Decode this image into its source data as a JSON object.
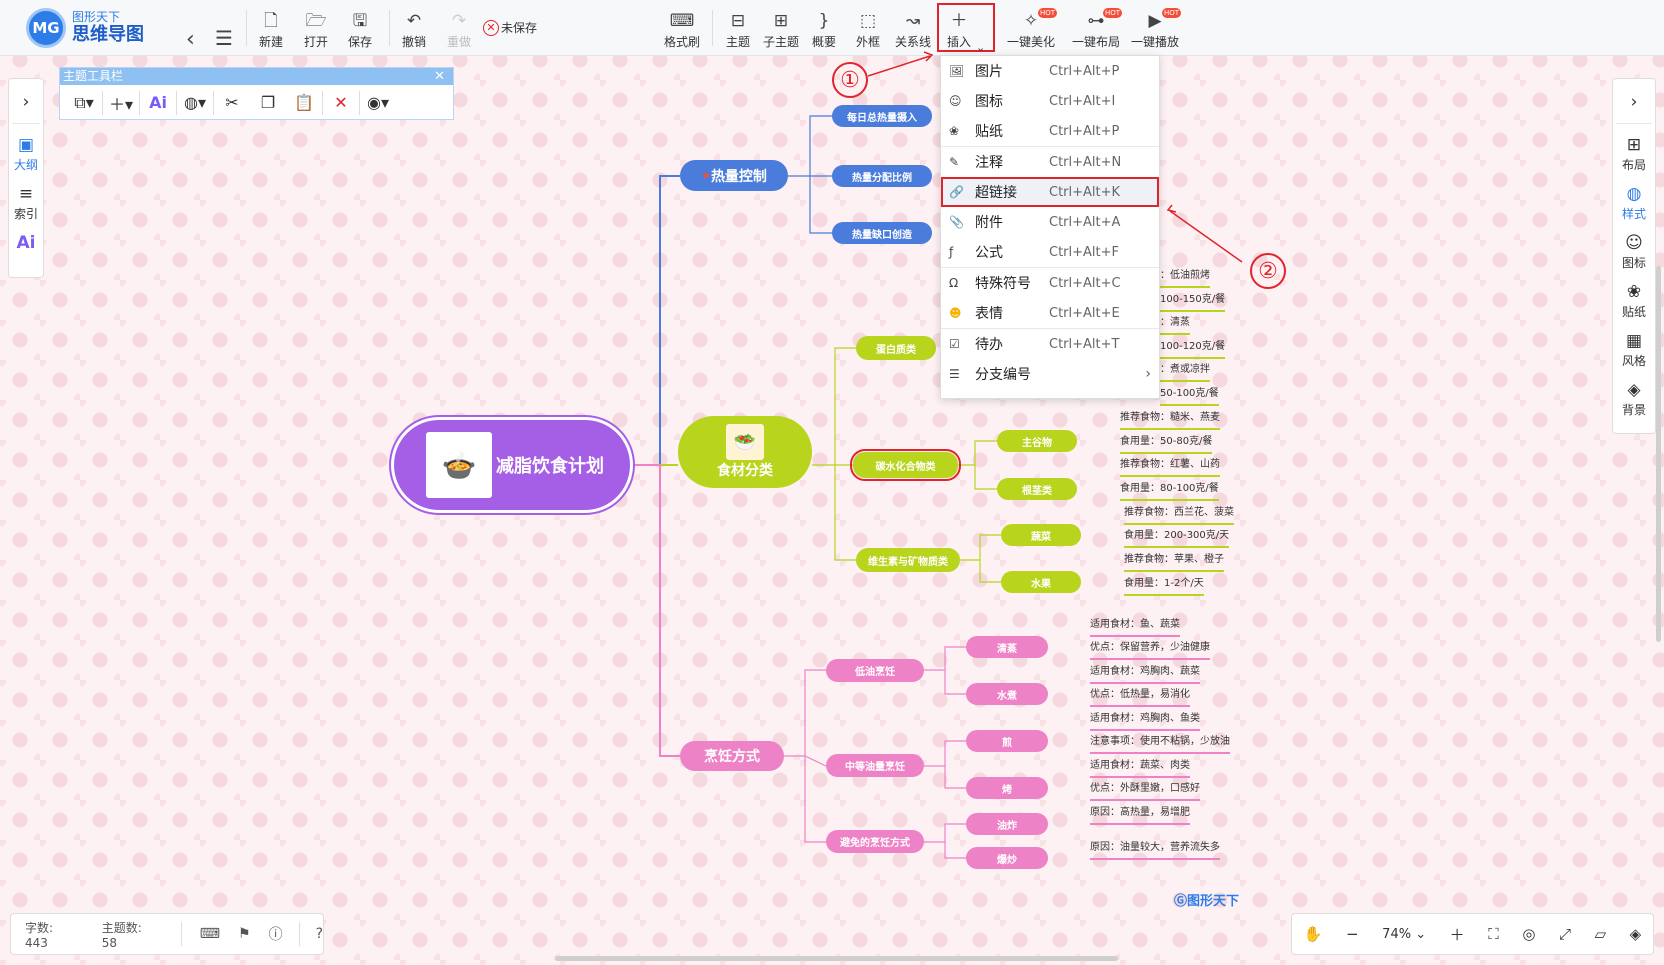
{
  "app": {
    "logo_small": "图形天下",
    "logo_big": "思维导图",
    "logo_mark": "MG"
  },
  "toolbar": {
    "new": "新建",
    "open": "打开",
    "save": "保存",
    "undo": "撤销",
    "redo": "重做",
    "unsaved": "未保存",
    "format_brush": "格式刷",
    "topic": "主题",
    "subtopic": "子主题",
    "summary": "概要",
    "boundary": "外框",
    "relation": "关系线",
    "insert": "插入",
    "beautify": "一键美化",
    "layout": "一键布局",
    "play": "一键播放",
    "hot": "HOT"
  },
  "left_sidebar": {
    "outline": "大纲",
    "index": "索引",
    "ai": "Ai"
  },
  "right_sidebar": {
    "layout": "布局",
    "style": "样式",
    "icon": "图标",
    "sticker": "贴纸",
    "theme": "风格",
    "background": "背景"
  },
  "floating_toolbar": {
    "title": "主题工具栏"
  },
  "insert_menu": [
    {
      "label": "图片",
      "shortcut": "Ctrl+Alt+P",
      "icon": "image-icon"
    },
    {
      "label": "图标",
      "shortcut": "Ctrl+Alt+I",
      "icon": "smile-icon"
    },
    {
      "label": "贴纸",
      "shortcut": "Ctrl+Alt+P",
      "icon": "sticker-icon"
    },
    {
      "label": "注释",
      "shortcut": "Ctrl+Alt+N",
      "icon": "note-icon"
    },
    {
      "label": "超链接",
      "shortcut": "Ctrl+Alt+K",
      "icon": "link-icon"
    },
    {
      "label": "附件",
      "shortcut": "Ctrl+Alt+A",
      "icon": "attachment-icon"
    },
    {
      "label": "公式",
      "shortcut": "Ctrl+Alt+F",
      "icon": "formula-icon"
    },
    {
      "label": "特殊符号",
      "shortcut": "Ctrl+Alt+C",
      "icon": "omega-icon"
    },
    {
      "label": "表情",
      "shortcut": "Ctrl+Alt+E",
      "icon": "emoji-icon"
    },
    {
      "label": "待办",
      "shortcut": "Ctrl+Alt+T",
      "icon": "todo-icon"
    },
    {
      "label": "分支编号",
      "shortcut": "",
      "icon": "numbering-icon"
    }
  ],
  "callouts": {
    "one": "①",
    "two": "②"
  },
  "mindmap": {
    "root": "减脂饮食计划",
    "calorie": {
      "label": "热量控制",
      "children": [
        "每日总热量摄入",
        "热量分配比例",
        "热量缺口创造"
      ]
    },
    "food": {
      "label": "食材分类",
      "protein": "蛋白质类",
      "carb": "碳水化合物类",
      "staple": "主谷物",
      "tuber": "根茎类",
      "vitamin": "维生素与矿物质类",
      "veg": "蔬菜",
      "fruit": "水果"
    },
    "leaves_food": [
      "：低油煎烤",
      "100-150克/餐",
      "：清蒸",
      "100-120克/餐",
      "：煮或凉拌",
      "50-100克/餐",
      "推荐食物：糙米、燕麦",
      "食用量：50-80克/餐",
      "推荐食物：红薯、山药",
      "食用量：80-100克/餐",
      "推荐食物：西兰花、菠菜",
      "食用量：200-300克/天",
      "推荐食物：苹果、橙子",
      "食用量：1-2个/天"
    ],
    "cooking": {
      "label": "烹饪方式",
      "low": "低油烹饪",
      "steam": "清蒸",
      "boil": "水煮",
      "mid": "中等油量烹饪",
      "stew": "煎",
      "bake": "烤",
      "avoid": "避免的烹饪方式",
      "fry": "油炸",
      "stirfry": "爆炒"
    },
    "leaves_cook": [
      "适用食材：鱼、蔬菜",
      "优点：保留营养，少油健康",
      "适用食材：鸡胸肉、蔬菜",
      "优点：低热量，易消化",
      "适用食材：鸡胸肉、鱼类",
      "注意事项：使用不粘锅，少放油",
      "适用食材：蔬菜、肉类",
      "优点：外酥里嫩，口感好",
      "原因：高热量，易增肥",
      "原因：油量较大，营养流失多"
    ]
  },
  "watermark": "图形天下",
  "status": {
    "words": "字数: 443",
    "topics": "主题数: 58"
  },
  "zoom": {
    "level": "74%"
  }
}
